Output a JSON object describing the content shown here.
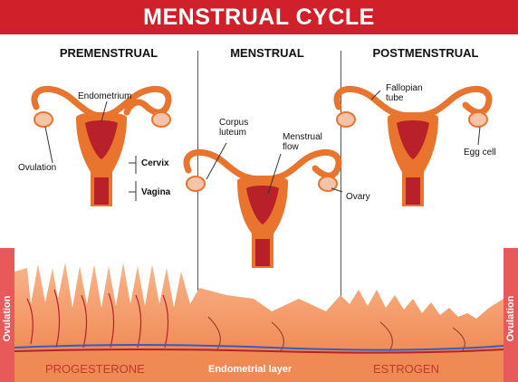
{
  "title": "MENSTRUAL CYCLE",
  "phases": [
    "PREMENSTRUAL",
    "MENSTRUAL",
    "POSTMENSTRUAL"
  ],
  "labels": {
    "endometrium": "Endometrium",
    "ovulation_left": "Ovulation",
    "cervix": "Cervix",
    "vagina": "Vagina",
    "corpus_luteum_1": "Corpus",
    "corpus_luteum_2": "luteum",
    "menstrual_flow_1": "Menstrual",
    "menstrual_flow_2": "flow",
    "ovary": "Ovary",
    "fallopian_1": "Fallopian",
    "fallopian_2": "tube",
    "egg_cell": "Egg cell"
  },
  "bottom": {
    "progesterone": "PROGESTERONE",
    "endometrial_layer": "Endometrial layer",
    "estrogen": "ESTROGEN",
    "ovulation_side": "Ovulation"
  },
  "colors": {
    "banner": "#d0202a",
    "uterus": "#e8742e",
    "uterus_inner": "#b8202a",
    "tissue": "#f7a87a",
    "tissue_dark": "#e8804a",
    "side_bar": "#e85a5a"
  }
}
